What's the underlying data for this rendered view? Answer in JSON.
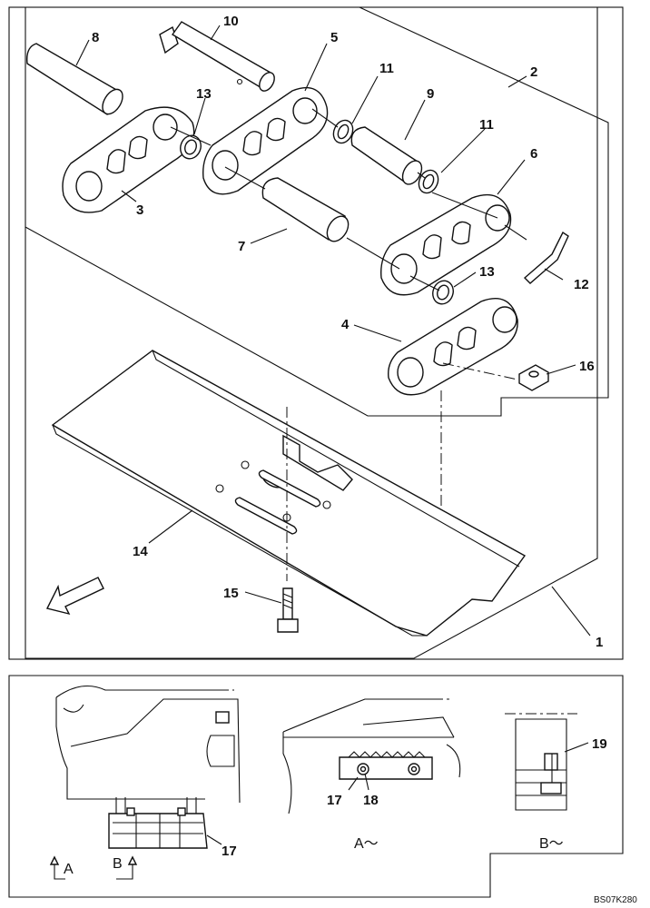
{
  "callouts": {
    "c1": "1",
    "c2": "2",
    "c3": "3",
    "c4": "4",
    "c5": "5",
    "c6": "6",
    "c7": "7",
    "c8": "8",
    "c9": "9",
    "c10": "10",
    "c11a": "11",
    "c11b": "11",
    "c12": "12",
    "c13a": "13",
    "c13b": "13",
    "c14": "14",
    "c15": "15",
    "c16": "16",
    "c17a": "17",
    "c17b": "17",
    "c18": "18",
    "c19": "19"
  },
  "views": {
    "arrow_a": "A",
    "arrow_b": "B",
    "view_a": "A～",
    "view_b": "B～"
  },
  "drawing_code": "BS07K280"
}
